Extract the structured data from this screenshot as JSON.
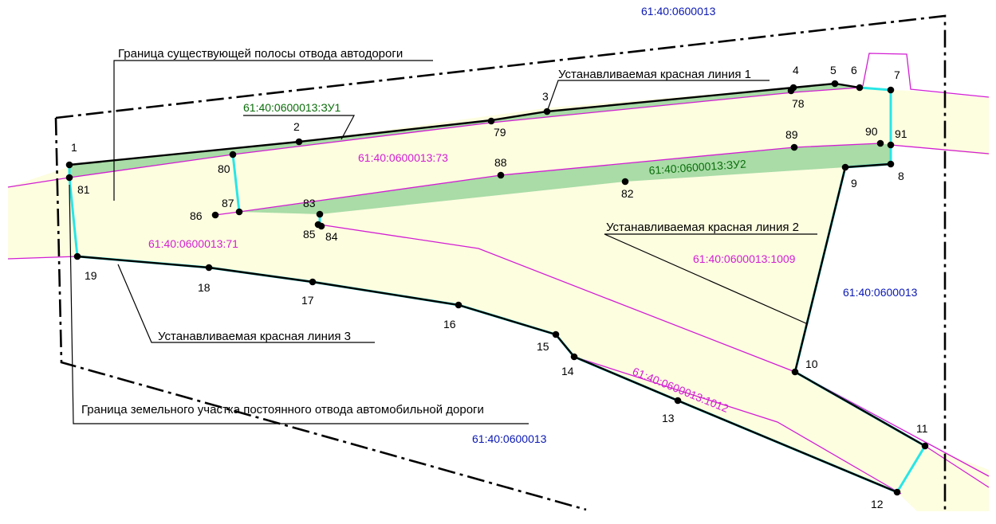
{
  "colors": {
    "road_fill": "#fdfde0",
    "plot_fill": "#a9dca7",
    "magenta": "#d21ed2",
    "cyan": "#28e6e6",
    "blue_label": "#0a18b4",
    "green_label": "#0a6e0a",
    "black": "#000000"
  },
  "labels": {
    "quarter_top": "61:40:0600013",
    "quarter_right": "61:40:0600013",
    "quarter_bottom": "61:40:0600013",
    "plot_zu1": "61:40:0600013:ЗУ1",
    "plot_zu2": "61:40:0600013:ЗУ2",
    "parcel_73": "61:40:0600013:73",
    "parcel_71": "61:40:0600013:71",
    "parcel_1009": "61:40:0600013:1009",
    "parcel_1012": "61:40:0600013:1012"
  },
  "callouts": {
    "existing_row_boundary": "Граница существующей полосы отвода автодороги",
    "red_line_1": "Устанавливаемая красная линия 1",
    "red_line_2": "Устанавливаемая красная линия 2",
    "red_line_3": "Устанавливаемая красная линия 3",
    "land_plot_boundary": "Граница земельного участка постоянного отвода автомобильной дороги"
  },
  "points": [
    "1",
    "2",
    "3",
    "4",
    "5",
    "6",
    "7",
    "8",
    "9",
    "10",
    "11",
    "12",
    "13",
    "14",
    "15",
    "16",
    "17",
    "18",
    "19",
    "78",
    "79",
    "80",
    "81",
    "82",
    "83",
    "84",
    "85",
    "86",
    "87",
    "88",
    "89",
    "90",
    "91"
  ],
  "icons": {
    "point_marker": "filled-black-circle"
  }
}
